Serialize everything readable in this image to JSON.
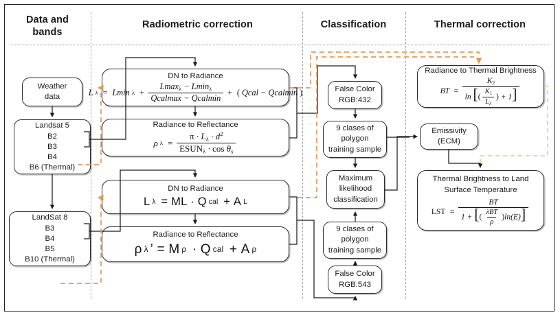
{
  "diagram": {
    "title_columns": [
      {
        "id": "data-and-bands",
        "label": "Data and\nbands"
      },
      {
        "id": "radiometric-correction",
        "label": "Radiometric correction"
      },
      {
        "id": "classification",
        "label": "Classification"
      },
      {
        "id": "thermal-correction",
        "label": "Thermal correction"
      }
    ],
    "colors": {
      "node_border": "#2b2b2b",
      "node_shadow": "#5a5a5a",
      "connector": "#1a1a1a",
      "orange_dashed": "#e09a5c",
      "tan_dashed": "#e6c2a0",
      "column_divider": "#8e8e8e",
      "frame": "#231f20",
      "background": "#ffffff"
    },
    "nodes": {
      "weather_data": {
        "label": "Weather\ndata"
      },
      "landsat5": {
        "title": "Landsat 5",
        "bands": [
          "B2",
          "B3",
          "B4"
        ],
        "thermal": "B6 (Thermal)"
      },
      "landsat8": {
        "title": "LandSat 8",
        "bands": [
          "B3",
          "B4",
          "B5"
        ],
        "thermal": "B10 (Thermal)"
      },
      "dn_to_radiance_l5": {
        "title": "DN to Radiance",
        "formula": "L_λ = Lmin_λ + (Lmax_λ − Lmin_λ)/(Qcalmax − Qcalmin) + (Qcal − Qcalmin)"
      },
      "radiance_to_reflectance_l5": {
        "title": "Radiance to Reflectance",
        "formula": "ρ_λ = (π · L_λ · d²)/(ESUN_λ · cos θ_s)"
      },
      "dn_to_radiance_l8": {
        "title": "DN to Radiance",
        "formula": "L_λ = ML · Q_cal + A_L"
      },
      "radiance_to_reflectance_l8": {
        "title": "Radiance to Reflectance",
        "formula": "ρ_λ' = M_ρ · Q_cal + A_ρ"
      },
      "false_color_432": {
        "label": "False Color\nRGB:432"
      },
      "training_sample_top": {
        "label": "9 clases of\npolygon\ntraining sample"
      },
      "maximum_likelihood": {
        "label": "Maximum\nlikelihood\nclassification"
      },
      "training_sample_bottom": {
        "label": "9 clases of\npolygon\ntraining sample"
      },
      "false_color_543": {
        "label": "False Color\nRGB:543"
      },
      "radiance_to_thermal_brightness": {
        "title": "Radiance to Thermal Brightness",
        "formula": "BT = K₂ / ln[(K₁/L_λ) + 1]"
      },
      "emissivity": {
        "label": "Emissivity\n(ECM)"
      },
      "thermal_to_lst": {
        "title": "Thermal Brightness to Land\nSurface Temperature",
        "formula": "LST = BT / (1 + [(λBT/ρ) ln(E)])"
      }
    },
    "node_text": {
      "weather_data_l1": "Weather",
      "weather_data_l2": "data",
      "landsat5_title": "Landsat 5",
      "landsat5_b1": "B2",
      "landsat5_b2": "B3",
      "landsat5_b3": "B4",
      "landsat5_thermal": "B6 (Thermal)",
      "landsat8_title": "LandSat 8",
      "landsat8_b1": "B3",
      "landsat8_b2": "B4",
      "landsat8_b3": "B5",
      "landsat8_thermal": "B10 (Thermal)",
      "dn_to_radiance": "DN to Radiance",
      "radiance_to_reflectance": "Radiance to Reflectance",
      "false_color_432_l1": "False Color",
      "false_color_432_l2": "RGB:432",
      "training_l1": "9 clases of",
      "training_l2": "polygon",
      "training_l3": "training sample",
      "maxlike_l1": "Maximum",
      "maxlike_l2": "likelihood",
      "maxlike_l3": "classification",
      "false_color_543_l1": "False Color",
      "false_color_543_l2": "RGB:543",
      "radiance_to_thermal_brightness": "Radiance to Thermal Brightness",
      "emissivity_l1": "Emissivity",
      "emissivity_l2": "(ECM)",
      "thermal_lst_l1": "Thermal Brightness to Land",
      "thermal_lst_l2": "Surface Temperature"
    },
    "math_symbols": {
      "L_lambda": "L",
      "Lmin": "Lmin",
      "Lmax": "Lmax",
      "Qcalmax": "Qcalmax",
      "Qcalmin": "Qcalmin",
      "Qcal": "Qcal",
      "rho": "ρ",
      "pi": "π",
      "d2": "d",
      "ESUN": "ESUN",
      "cos_theta": "cos θ",
      "ML": "ML",
      "AL": "A",
      "M_rho": "M",
      "A_rho": "A",
      "BT": "BT",
      "K1": "K",
      "K2": "K",
      "ln": "ln",
      "LST": "LST",
      "E": "E"
    }
  }
}
